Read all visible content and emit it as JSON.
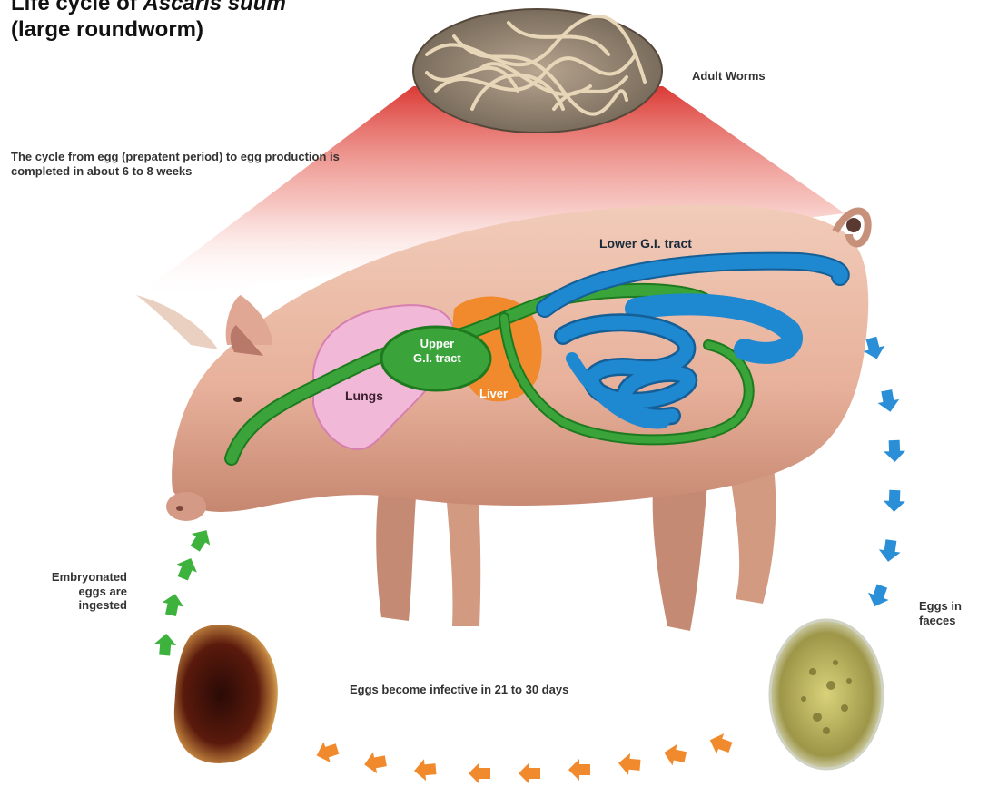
{
  "title": {
    "prefix": "Life cycle of ",
    "species": "Ascaris suum",
    "subtitle": "(large roundworm)"
  },
  "labels": {
    "adult_worms": "Adult Worms",
    "cycle_note": "The cycle from egg (prepatent period) to egg production is completed in about 6 to 8 weeks",
    "lower_gi": "Lower G.I. tract",
    "upper_gi_line1": "Upper",
    "upper_gi_line2": "G.I. tract",
    "lungs": "Lungs",
    "liver": "Liver",
    "embryonated_line1": "Embryonated",
    "embryonated_line2": "eggs are",
    "embryonated_line3": "ingested",
    "eggs_in_line1": "Eggs in",
    "eggs_in_line2": "faeces",
    "infective": "Eggs become infective in 21 to 30 days"
  },
  "colors": {
    "gi_green": "#3aa33a",
    "gi_green_dark": "#1f7a1f",
    "lower_gi_blue": "#1e88d0",
    "lungs_pink": "#f2b8d8",
    "liver_orange": "#f08a2c",
    "arrow_blue": "#2a8fd6",
    "arrow_green": "#3db23d",
    "arrow_orange": "#f08a2c",
    "pig_skin": "#e9b8a3",
    "pig_shadow": "#c98d78",
    "halo_red": "#d9302a"
  }
}
